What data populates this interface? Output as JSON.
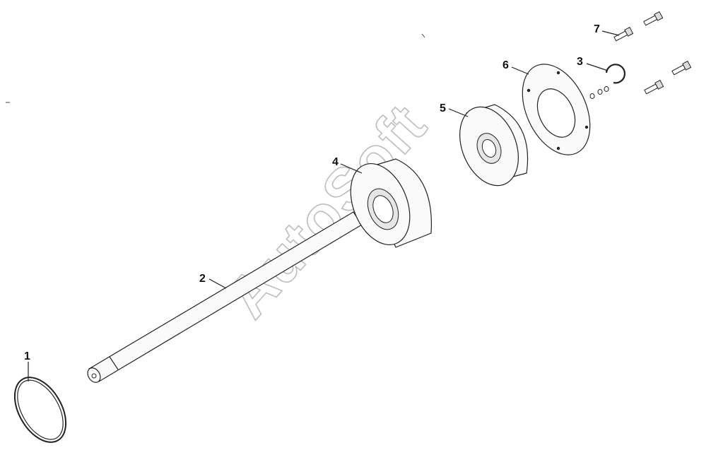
{
  "watermark": "AutoSoft",
  "callouts": [
    {
      "id": "1",
      "part": "o-ring"
    },
    {
      "id": "2",
      "part": "shaft"
    },
    {
      "id": "3",
      "part": "snap-ring"
    },
    {
      "id": "4",
      "part": "drum"
    },
    {
      "id": "5",
      "part": "hub"
    },
    {
      "id": "6",
      "part": "cover-plate"
    },
    {
      "id": "7",
      "part": "bolt"
    }
  ]
}
